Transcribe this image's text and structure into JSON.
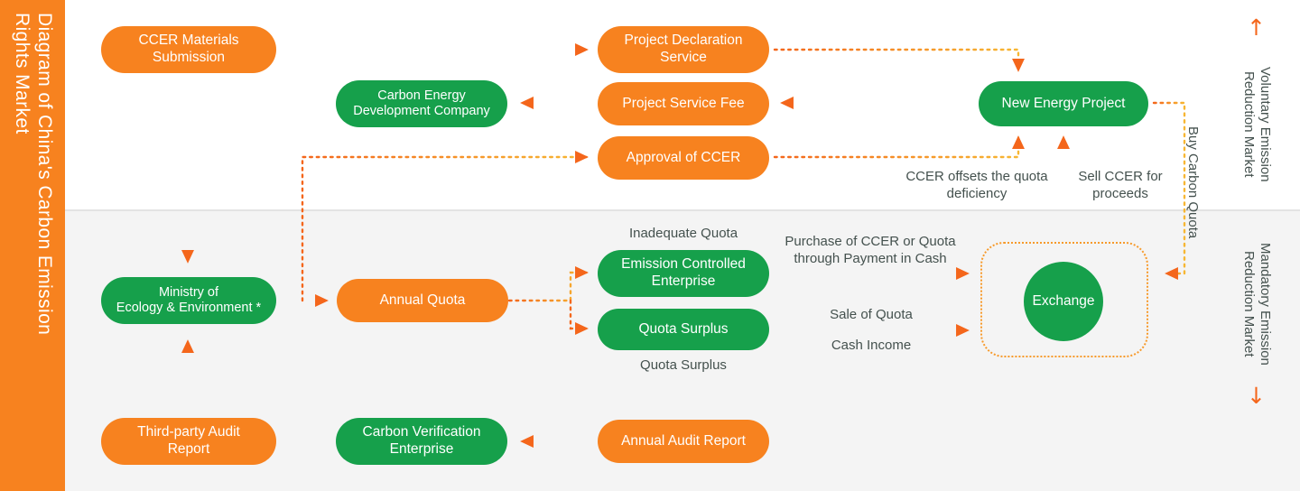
{
  "title_rail": {
    "text": "Diagram of China's Carbon Emission\nRights Market",
    "bg": "#f7821f",
    "fg": "#ffffff"
  },
  "colors": {
    "orange": "#f7821f",
    "green": "#16a04b",
    "arrow": "#f4661b",
    "dot_light": "#f7b733",
    "text_dark": "#44514e",
    "band_bottom": "#f4f4f4"
  },
  "sections": {
    "voluntary": {
      "label": "Voluntary Emission\nReduction Market",
      "arrow": "↑",
      "arrow_name": "up-arrow-icon"
    },
    "mandatory": {
      "label": "Mandatory Emission\nReduction Market",
      "arrow": "↓",
      "arrow_name": "down-arrow-icon"
    }
  },
  "nodes": {
    "ccer_materials": "CCER Materials\nSubmission",
    "project_declaration": "Project Declaration\nService",
    "carbon_energy_company": "Carbon Energy\nDevelopment Company",
    "project_service_fee": "Project Service Fee",
    "approval_of_ccer": "Approval of CCER",
    "new_energy_project": "New Energy Project",
    "ministry": "Ministry of\nEcology & Environment *",
    "annual_quota": "Annual Quota",
    "emission_controlled": "Emission Controlled\nEnterprise",
    "quota_surplus": "Quota Surplus",
    "exchange": "Exchange",
    "third_party_audit": "Third-party Audit\nReport",
    "carbon_verification": "Carbon Verification\nEnterprise",
    "annual_audit_report": "Annual Audit Report"
  },
  "edge_labels": {
    "ccer_offsets": "CCER offsets the quota\ndeficiency",
    "sell_ccer": "Sell CCER for\nproceeds",
    "buy_carbon_quota": "Buy Carbon Quota",
    "inadequate_quota": "Inadequate Quota",
    "quota_surplus_below": "Quota Surplus",
    "purchase_ccer": "Purchase of CCER or Quota\nthrough Payment in Cash",
    "sale_of_quota": "Sale of Quota",
    "cash_income": "Cash Income"
  }
}
